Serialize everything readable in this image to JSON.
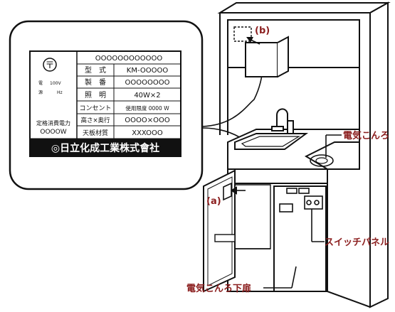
{
  "callouts": {
    "a": "(a)",
    "b": "(b)",
    "stove": "電気こんろ",
    "switch_panel": "スイッチパネル",
    "lower_door": "電気こんろ下扉"
  },
  "nameplate": {
    "mark": "〒",
    "electric_label": "電",
    "voltage": "100V",
    "source_label": "源",
    "hz": "Hz",
    "rated_power_label": "定格消費電力",
    "rated_power_value": "OOOOW",
    "serial_top": "OOOOOOOOOOOO",
    "rows": [
      {
        "label": "型　式",
        "value": "KM-OOOOO"
      },
      {
        "label": "製　番",
        "value": "OOOOOOOO"
      },
      {
        "label": "照　明",
        "value": "40W×2"
      },
      {
        "label": "コンセント",
        "value": "使用限度 0000 W"
      },
      {
        "label": "高さ×奥行",
        "value": "OOOO×OOO"
      },
      {
        "label": "天板材質",
        "value": "XXXOOO"
      }
    ],
    "maker": "◎日立化成工業株式會社"
  },
  "colors": {
    "callout_red": "#8b1e1e",
    "line": "#111111"
  }
}
